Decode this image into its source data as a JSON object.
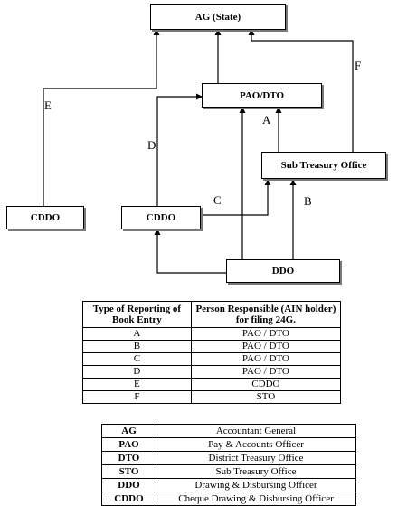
{
  "diagram": {
    "nodes": {
      "ag_state": "AG (State)",
      "pao_dto": "PAO/DTO",
      "sub_treasury": "Sub Treasury Office",
      "cddo_left": "CDDO",
      "cddo_mid": "CDDO",
      "ddo": "DDO"
    },
    "edge_labels": {
      "A": "A",
      "B": "B",
      "C": "C",
      "D": "D",
      "E": "E",
      "F": "F"
    }
  },
  "reporting_table": {
    "headers": [
      "Type of  Reporting of Book Entry",
      "Person Responsible (AIN holder) for filing 24G."
    ],
    "rows": [
      [
        "A",
        "PAO / DTO"
      ],
      [
        "B",
        "PAO / DTO"
      ],
      [
        "C",
        "PAO / DTO"
      ],
      [
        "D",
        "PAO / DTO"
      ],
      [
        "E",
        "CDDO"
      ],
      [
        "F",
        "STO"
      ]
    ]
  },
  "abbreviation_table": {
    "rows": [
      [
        "AG",
        "Accountant General"
      ],
      [
        "PAO",
        "Pay & Accounts Officer"
      ],
      [
        "DTO",
        "District Treasury Office"
      ],
      [
        "STO",
        "Sub Treasury Office"
      ],
      [
        "DDO",
        "Drawing & Disbursing Officer"
      ],
      [
        "CDDO",
        "Cheque Drawing & Disbursing Officer"
      ]
    ]
  }
}
